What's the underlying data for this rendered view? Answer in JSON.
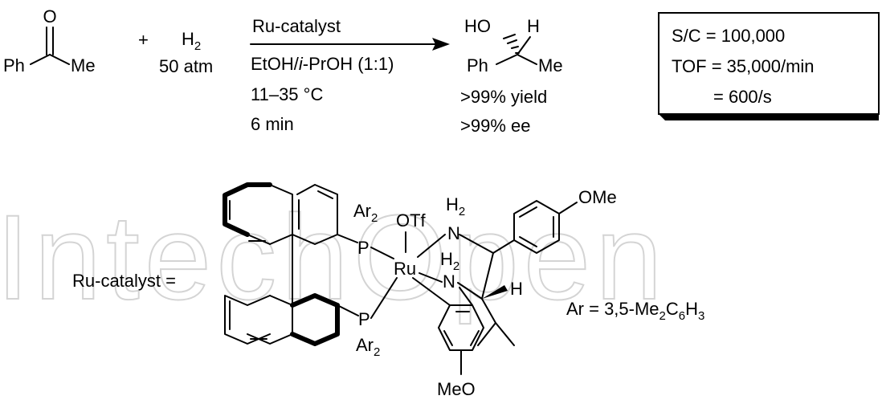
{
  "reaction": {
    "reactant_carbonyl_O": "O",
    "reactant_ph": "Ph",
    "reactant_me": "Me",
    "plus": "+",
    "h2": "H",
    "h2_sub": "2",
    "pressure": "50 atm",
    "arrow_top": "Ru-catalyst",
    "arrow_solvent_a": "EtOH/",
    "arrow_solvent_i": "i",
    "arrow_solvent_b": "-PrOH (1:1)",
    "temperature": "11–35 °C",
    "time": "6 min",
    "product_ho": "HO",
    "product_h": "H",
    "product_ph": "Ph",
    "product_me": "Me",
    "yield": ">99% yield",
    "ee": ">99% ee"
  },
  "box": {
    "sc": "S/C = 100,000",
    "tof1": "TOF = 35,000/min",
    "tof2": "= 600/s"
  },
  "catalyst": {
    "label": "Ru-catalyst =",
    "ar_top": "Ar",
    "ar_top_sub": "2",
    "p_top": "P",
    "otf": "OTf",
    "ru": "Ru",
    "h2a": "H",
    "h2a_sub": "2",
    "n_a": "N",
    "h2b": "H",
    "h2b_sub": "2",
    "n_b": "N",
    "h_stereo": "H",
    "p_bottom": "P",
    "ar_bottom": "Ar",
    "ar_bottom_sub": "2",
    "ome": "OMe",
    "meo": "MeO",
    "ar_def_a": "Ar = 3,5-Me",
    "ar_def_s1": "2",
    "ar_def_b": "C",
    "ar_def_s2": "6",
    "ar_def_c": "H",
    "ar_def_s3": "3"
  },
  "watermark": "IntechOpen"
}
